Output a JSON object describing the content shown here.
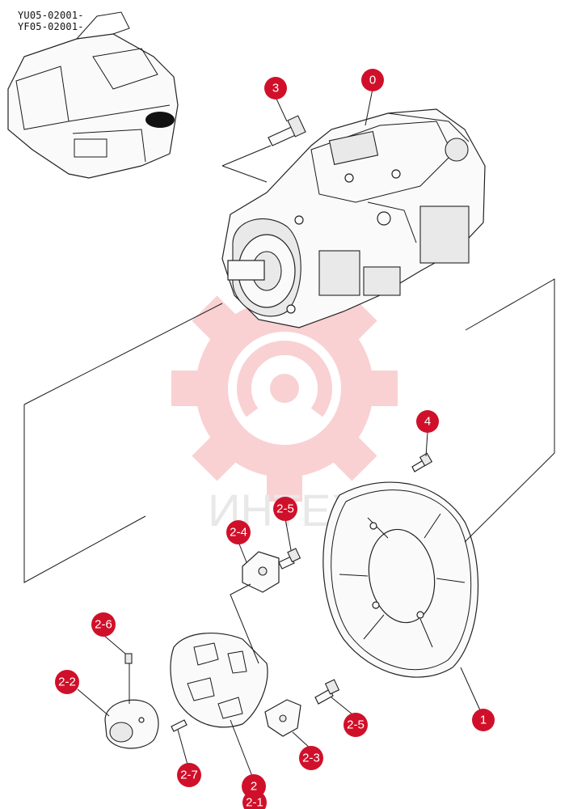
{
  "serial_numbers": [
    "YU05-02001-",
    "YF05-02001-"
  ],
  "watermark": {
    "text": "ИНТЕХ",
    "color": "#e8323c"
  },
  "callout_color": "#d0102a",
  "callouts": [
    "0",
    "3",
    "4",
    "2-5",
    "2-4",
    "2-6",
    "2-2",
    "2-7",
    "2",
    "2-1",
    "2-3",
    "2-5",
    "1"
  ]
}
